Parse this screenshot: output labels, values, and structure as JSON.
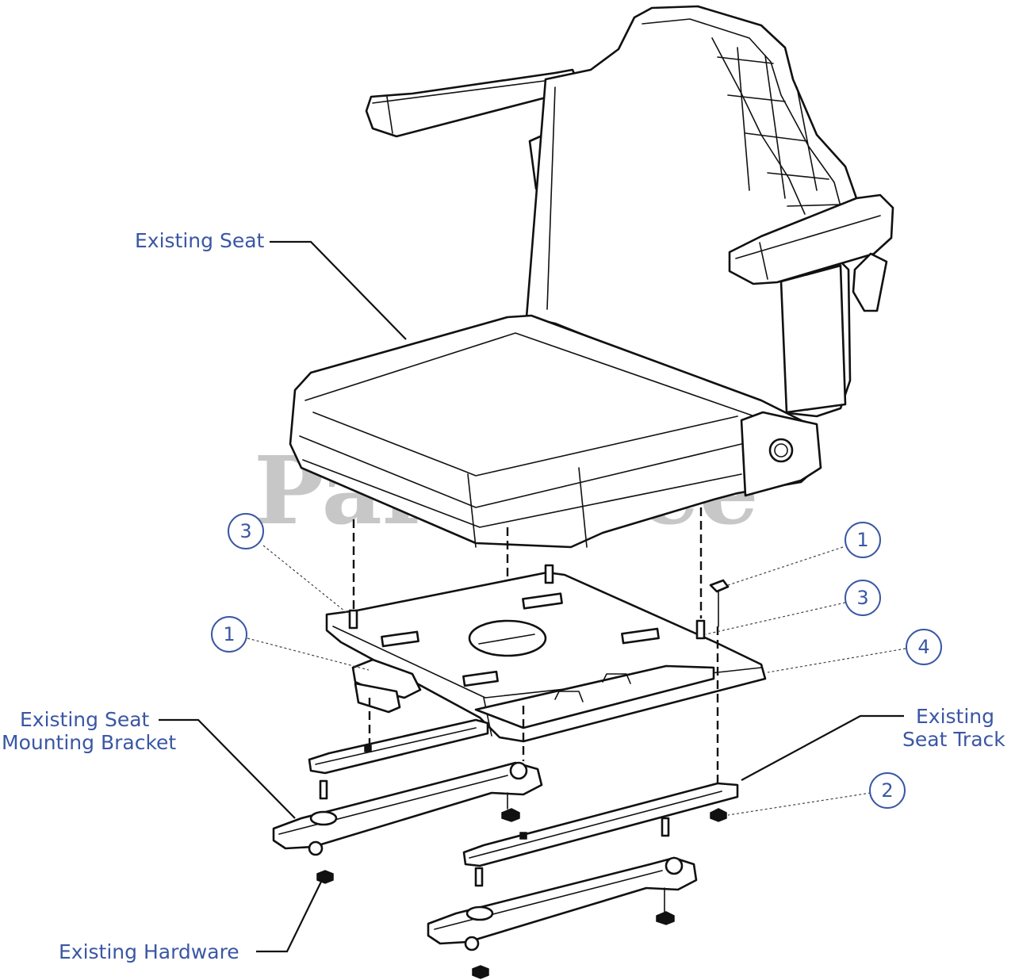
{
  "labels": {
    "existing_seat": "Existing Seat",
    "mounting_bracket_line1": "Existing Seat",
    "mounting_bracket_line2": "Mounting Bracket",
    "seat_track_line1": "Existing",
    "seat_track_line2": "Seat Track",
    "existing_hardware": "Existing Hardware"
  },
  "callouts": [
    {
      "id": "callout-3-left",
      "text": "3"
    },
    {
      "id": "callout-1-right",
      "text": "1"
    },
    {
      "id": "callout-3-right",
      "text": "3"
    },
    {
      "id": "callout-1-left",
      "text": "1"
    },
    {
      "id": "callout-4",
      "text": "4"
    },
    {
      "id": "callout-2",
      "text": "2"
    }
  ],
  "watermark": "PartsTree",
  "colors": {
    "label_blue": "#3a57a4",
    "line": "#111111",
    "watermark": "#9a9a9a"
  }
}
